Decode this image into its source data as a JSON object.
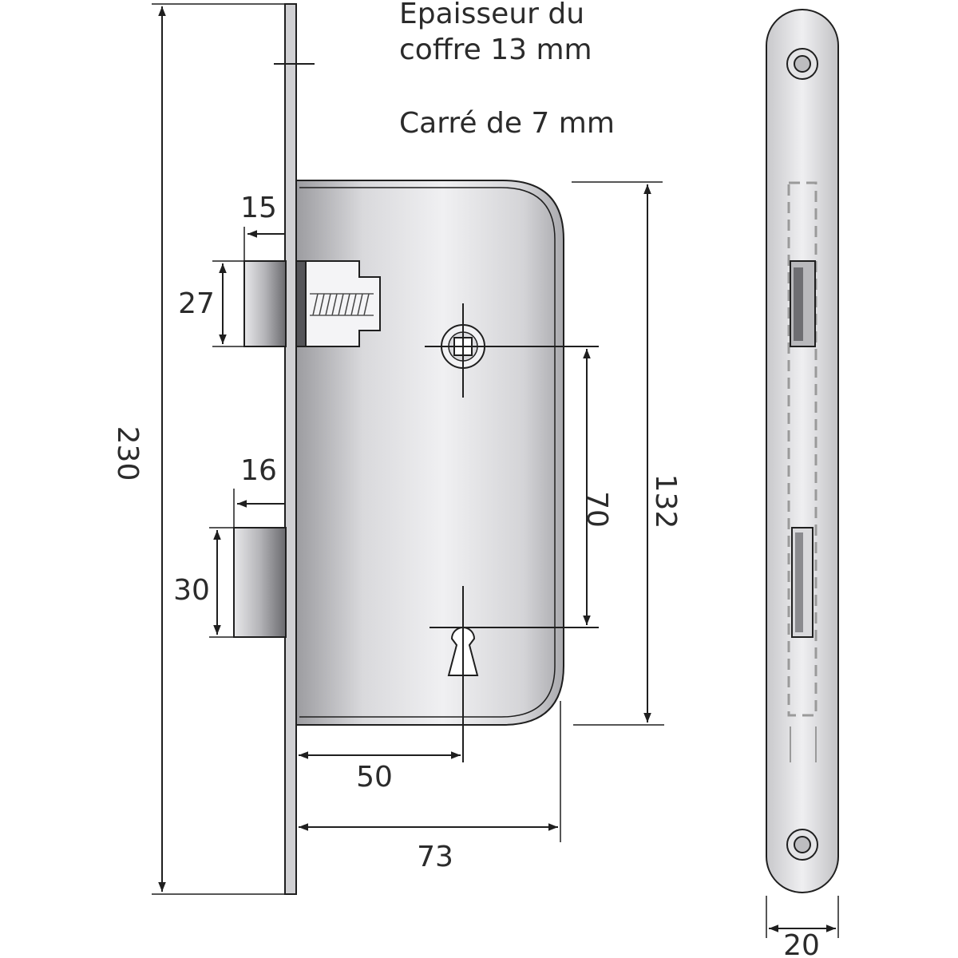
{
  "notes": {
    "thickness_line1": "Epaisseur du",
    "thickness_line2": "coffre 13 mm",
    "square": "Carré de 7 mm"
  },
  "dimensions": {
    "overall_height": "230",
    "latch_projection": "15",
    "latch_height": "27",
    "bolt_projection": "16",
    "bolt_height": "30",
    "backset": "50",
    "case_width": "73",
    "center_distance": "70",
    "case_height": "132",
    "faceplate_width": "20"
  },
  "colors": {
    "ink": "#1f1f1f",
    "steel_light": "#e6e6e8",
    "steel_mid": "#b9b9bc",
    "steel_dark": "#6e6e72",
    "dashed": "#9a9a9a"
  }
}
